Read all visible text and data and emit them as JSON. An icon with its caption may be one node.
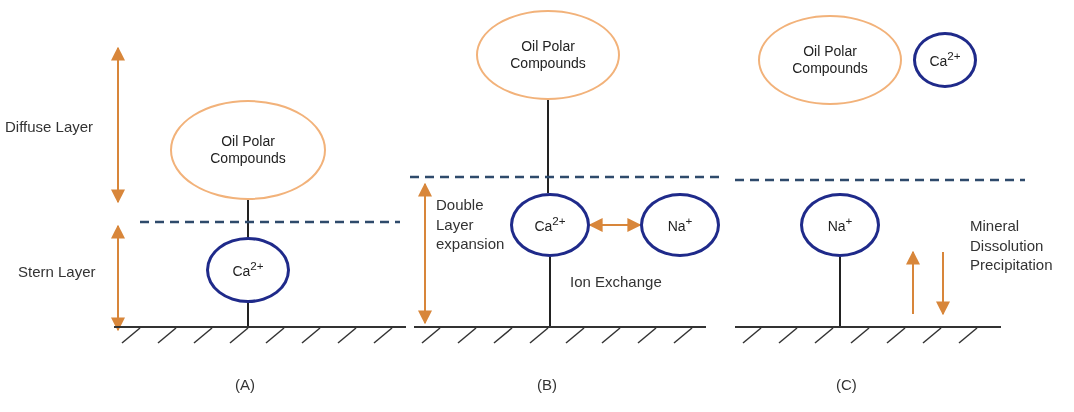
{
  "diagram": {
    "nodes": [
      {
        "text": [
          "Oil Polar Compounds"
        ]
      },
      {
        "text": [
          "Ca$^{2+}$"
        ]
      },
      {
        "text": [],
        "shape": "bar"
      },
      {
        "text": [
          "Oil Polar Compounds"
        ]
      },
      {
        "text": [
          "Ca$^{2+}$"
        ]
      },
      {
        "text": [
          "Na$^{+}$"
        ]
      },
      {
        "text": [],
        "shape": "bar"
      },
      {
        "text": [
          "Oil Polar Compounds"
        ]
      },
      {
        "text": [
          "Ca$^{2+}$"
        ]
      },
      {
        "text": [
          "Na$^{+}$"
        ]
      },
      {
        "text": [],
        "shape": "bar"
      }
    ],
    "edges": [
      {
        "from": 0,
        "to": 1,
        "arrow": "none"
      },
      {
        "from": 1,
        "to": 2,
        "arrow": "none"
      },
      {
        "from": 3,
        "to": 4,
        "arrow": "none"
      },
      {
        "from": 4,
        "to": 5,
        "arrow": "both",
        "color": "#d8863a"
      },
      {
        "from": 4,
        "to": 6,
        "arrow": "none"
      },
      {
        "from": 9,
        "to": 10,
        "arrow": "none"
      }
    ],
    "labels": [
      "Diffuse Layer",
      "Stern Layer",
      "Double Layer expansion",
      "Ion Exchange",
      "Mineral Dissolution Precipitation",
      "(A)",
      "(B)",
      "(C)"
    ]
  }
}
